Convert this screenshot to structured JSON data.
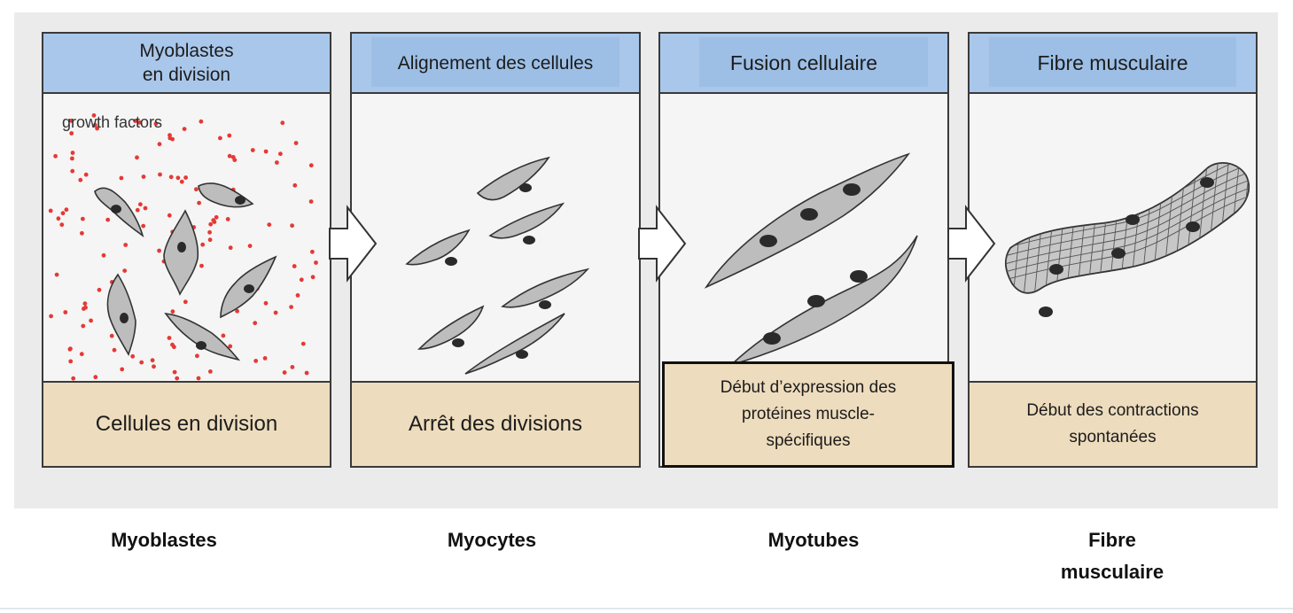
{
  "stages": [
    {
      "header": "Myoblastes\nen division",
      "footer": "Cellules en division",
      "caption": "Myoblastes",
      "annotation": "growth factors"
    },
    {
      "header": "Alignement des cellules",
      "footer": "Arrêt des divisions",
      "caption": "Myocytes"
    },
    {
      "header": "Fusion cellulaire",
      "footer": "Début d’expression des\nprotéines muscle-\nspécifiques",
      "caption": "Myotubes"
    },
    {
      "header": "Fibre musculaire",
      "footer": "Début des contractions\nspontanées",
      "caption": "Fibre\nmusculaire"
    }
  ],
  "colors": {
    "header": "#a9c7ea",
    "footer": "#eddcbd",
    "cell": "#bdbdbd",
    "dots": "#e53935"
  },
  "icons": [
    "right-arrow-icon",
    "cell-icon",
    "growth-factor-dot-icon",
    "muscle-fiber-icon"
  ]
}
